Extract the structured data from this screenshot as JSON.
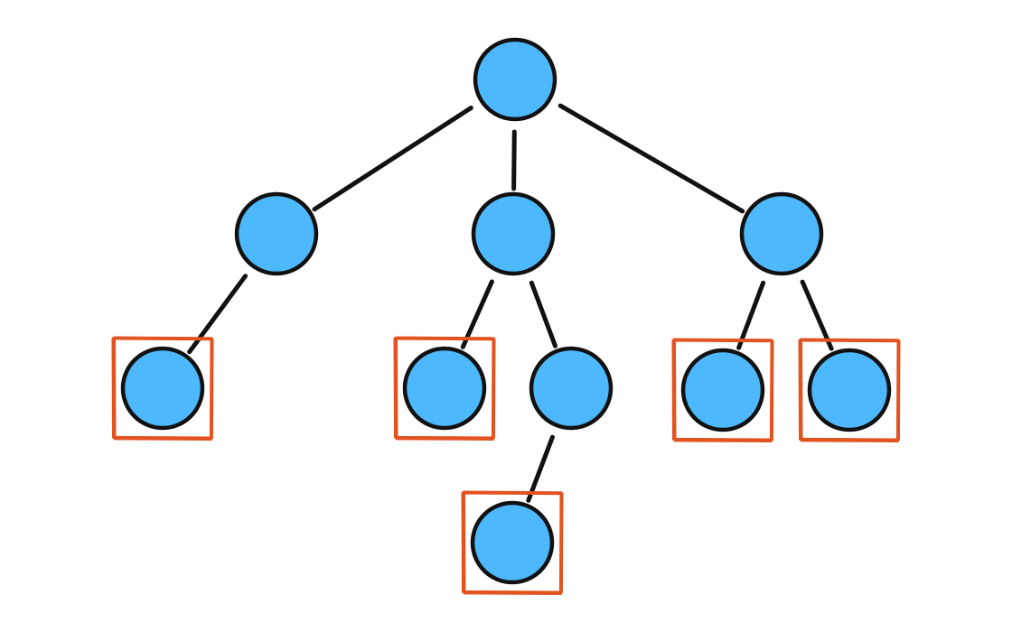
{
  "colors": {
    "node_fill": "#4db8fb",
    "node_stroke": "#111111",
    "edge": "#111111",
    "leaf_highlight": "#e2531f",
    "background": "#ffffff"
  },
  "tree": {
    "nodes": [
      {
        "id": "root",
        "leaf": false
      },
      {
        "id": "a",
        "leaf": false
      },
      {
        "id": "b",
        "leaf": false
      },
      {
        "id": "c",
        "leaf": false
      },
      {
        "id": "a1",
        "leaf": true
      },
      {
        "id": "b1",
        "leaf": true
      },
      {
        "id": "b2",
        "leaf": false
      },
      {
        "id": "c1",
        "leaf": true
      },
      {
        "id": "c2",
        "leaf": true
      },
      {
        "id": "b2a",
        "leaf": true
      }
    ],
    "edges": [
      [
        "root",
        "a"
      ],
      [
        "root",
        "b"
      ],
      [
        "root",
        "c"
      ],
      [
        "a",
        "a1"
      ],
      [
        "b",
        "b1"
      ],
      [
        "b",
        "b2"
      ],
      [
        "c",
        "c1"
      ],
      [
        "c",
        "c2"
      ],
      [
        "b2",
        "b2a"
      ]
    ]
  }
}
